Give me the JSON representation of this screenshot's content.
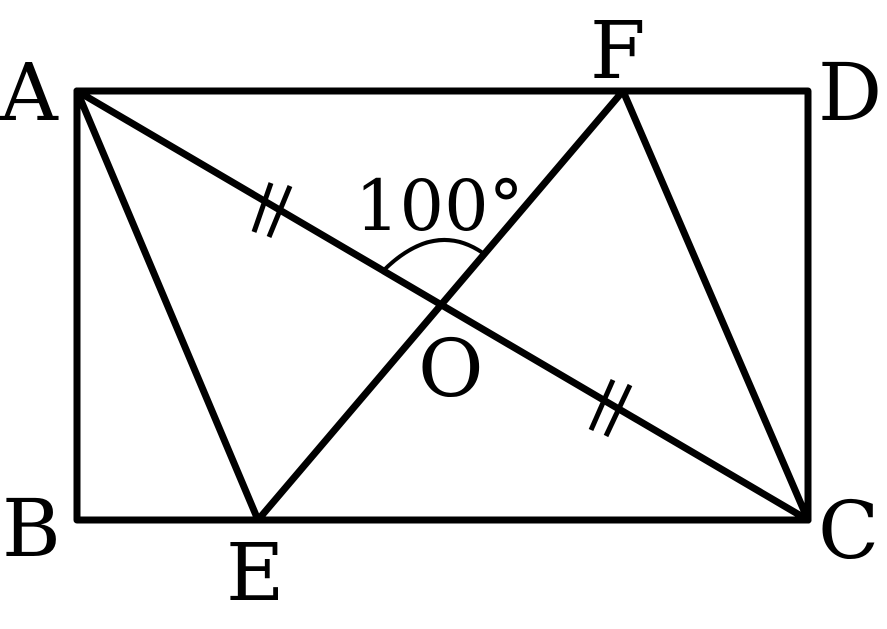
{
  "points": {
    "A": {
      "label": "A"
    },
    "B": {
      "label": "B"
    },
    "C": {
      "label": "C"
    },
    "D": {
      "label": "D"
    },
    "E": {
      "label": "E"
    },
    "F": {
      "label": "F"
    },
    "O": {
      "label": "O"
    }
  },
  "angle": {
    "label": "100°"
  }
}
